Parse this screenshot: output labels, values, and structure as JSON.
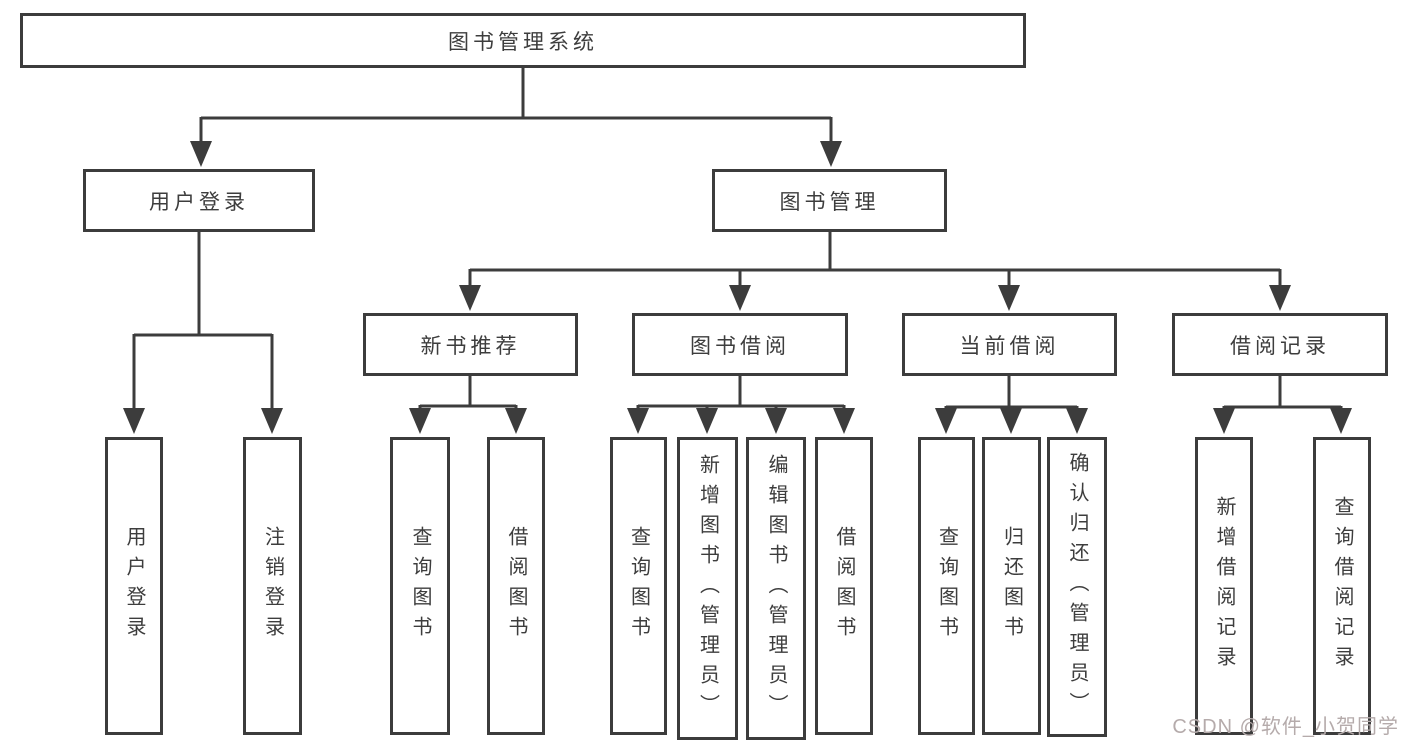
{
  "diagram": {
    "root": {
      "label": "图书管理系统"
    },
    "level2": [
      {
        "label": "用户登录"
      },
      {
        "label": "图书管理"
      }
    ],
    "level3": [
      {
        "label": "新书推荐"
      },
      {
        "label": "图书借阅"
      },
      {
        "label": "当前借阅"
      },
      {
        "label": "借阅记录"
      }
    ],
    "leaves": [
      {
        "label": "用户登录"
      },
      {
        "label": "注销登录"
      },
      {
        "label": "查询图书"
      },
      {
        "label": "借阅图书"
      },
      {
        "label": "查询图书"
      },
      {
        "label": "新增图书（管理员）"
      },
      {
        "label": "编辑图书（管理员）"
      },
      {
        "label": "借阅图书"
      },
      {
        "label": "查询图书"
      },
      {
        "label": "归还图书"
      },
      {
        "label": "确认归还（管理员）"
      },
      {
        "label": "新增借阅记录"
      },
      {
        "label": "查询借阅记录"
      }
    ]
  },
  "watermark": {
    "text": "CSDN @软件_小贺同学"
  },
  "colors": {
    "line": "#3c3c3c",
    "text": "#3d3d3d",
    "watermark": "#b5abab",
    "background": "#ffffff"
  }
}
